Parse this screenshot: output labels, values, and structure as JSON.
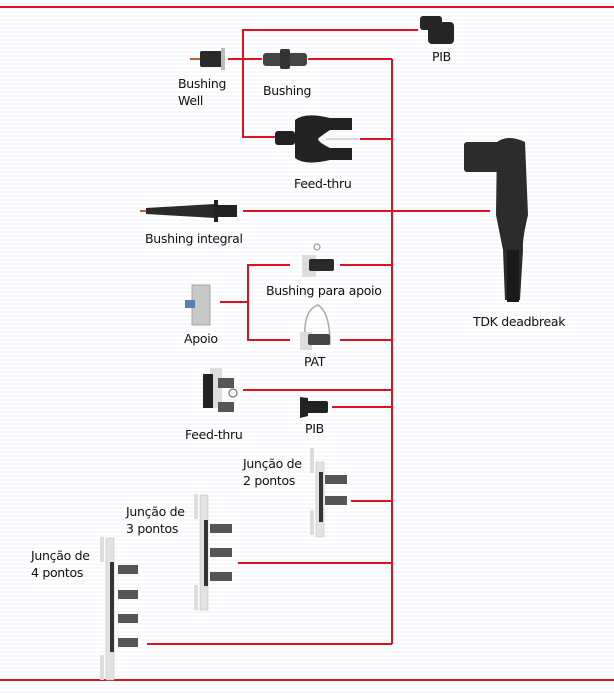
{
  "colors": {
    "connector_line": "#e0101c",
    "component": "#2a2a2a",
    "bracket": "#d8d8d8"
  },
  "labels": {
    "pib_top": "PIB",
    "bushing_well": [
      "Bushing",
      "Well"
    ],
    "bushing": "Bushing",
    "feed_thru_top": "Feed-thru",
    "bushing_integral": "Bushing integral",
    "tdk_deadbreak": "TDK deadbreak",
    "bushing_para_apoio": "Bushing para apoio",
    "apoio": "Apoio",
    "pat": "PAT",
    "feed_thru_bottom": "Feed-thru",
    "pib_bottom": "PIB",
    "juncao_2": [
      "Junção de",
      "2 pontos"
    ],
    "juncao_3": [
      "Junção de",
      "3 pontos"
    ],
    "juncao_4": [
      "Junção de",
      "4 pontos"
    ]
  }
}
